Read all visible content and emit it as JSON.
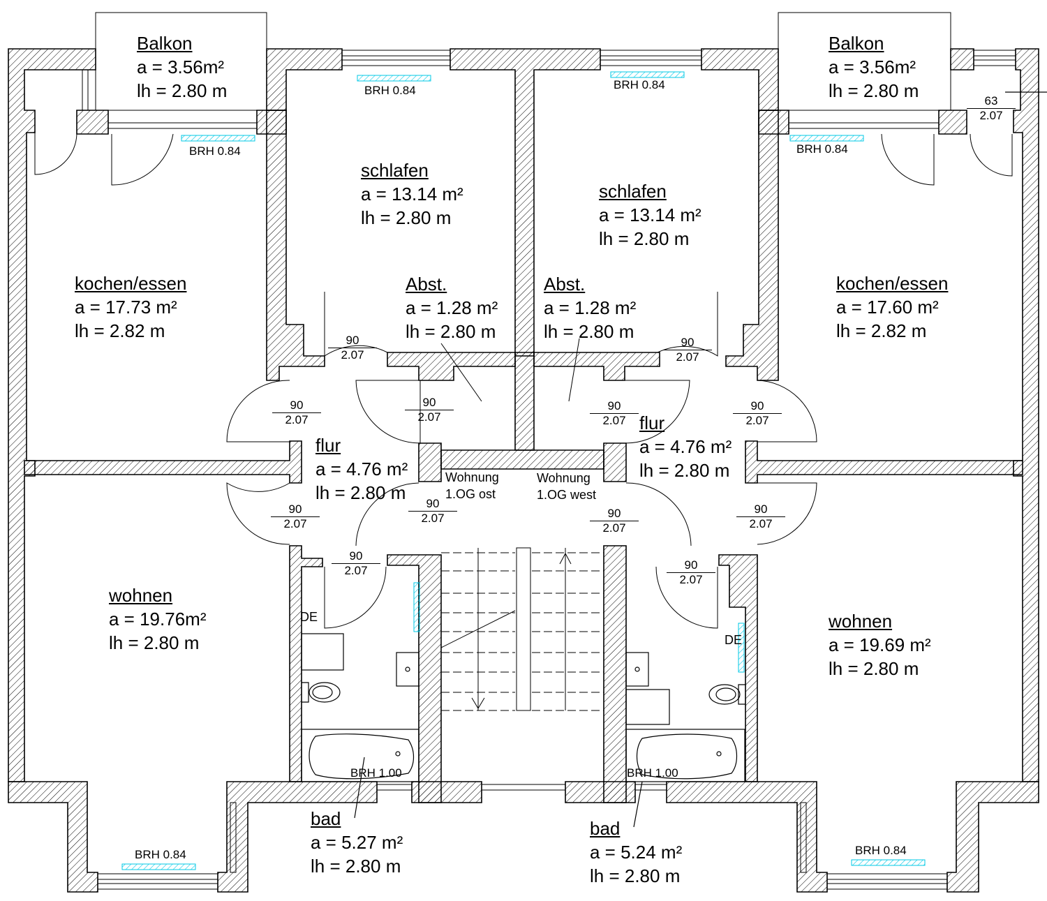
{
  "rooms": {
    "balkon_w": {
      "name": "Balkon",
      "area": "a  = 3.56m²",
      "height": "lh = 2.80 m"
    },
    "balkon_e": {
      "name": "Balkon",
      "area": "a  = 3.56m²",
      "height": "lh = 2.80 m"
    },
    "schlafen_w": {
      "name": "schlafen",
      "area": "a  = 13.14 m²",
      "height": "lh = 2.80 m"
    },
    "schlafen_e": {
      "name": "schlafen",
      "area": "a  = 13.14 m²",
      "height": "lh = 2.80 m"
    },
    "kochen_w": {
      "name": "kochen/essen",
      "area": "a  = 17.73 m²",
      "height": "lh = 2.82 m"
    },
    "kochen_e": {
      "name": "kochen/essen",
      "area": "a  = 17.60 m²",
      "height": "lh = 2.82 m"
    },
    "abst_w": {
      "name": "Abst.",
      "area": "a  = 1.28 m²",
      "height": "lh = 2.80 m"
    },
    "abst_e": {
      "name": "Abst.",
      "area": "a  = 1.28 m²",
      "height": "lh = 2.80 m"
    },
    "flur_w": {
      "name": "flur",
      "area": "a  = 4.76 m²",
      "height": "lh = 2.80 m"
    },
    "flur_e": {
      "name": "flur",
      "area": "a  = 4.76 m²",
      "height": "lh = 2.80 m"
    },
    "wohnen_w": {
      "name": "wohnen",
      "area": "a  = 19.76m²",
      "height": "lh = 2.80 m"
    },
    "wohnen_e": {
      "name": "wohnen",
      "area": "a  = 19.69 m²",
      "height": "lh = 2.80 m"
    },
    "bad_w": {
      "name": "bad",
      "area": "a  = 5.27 m²",
      "height": "lh = 2.80 m"
    },
    "bad_e": {
      "name": "bad",
      "area": "a  = 5.24 m²",
      "height": "lh = 2.80 m"
    }
  },
  "brh": {
    "b084": "BRH 0.84",
    "b100": "BRH 1.00"
  },
  "doors": {
    "w90": "90",
    "w63": "63",
    "h207": "2.07"
  },
  "units": {
    "ost_line1": "Wohnung",
    "ost_line2": "1.OG ost",
    "west_line1": "Wohnung",
    "west_line2": "1.OG west"
  },
  "fixtures": {
    "de": "DE"
  },
  "colors": {
    "wall_line": "#000000",
    "hatch": "#000000",
    "window_sill": "#00c8e6"
  }
}
